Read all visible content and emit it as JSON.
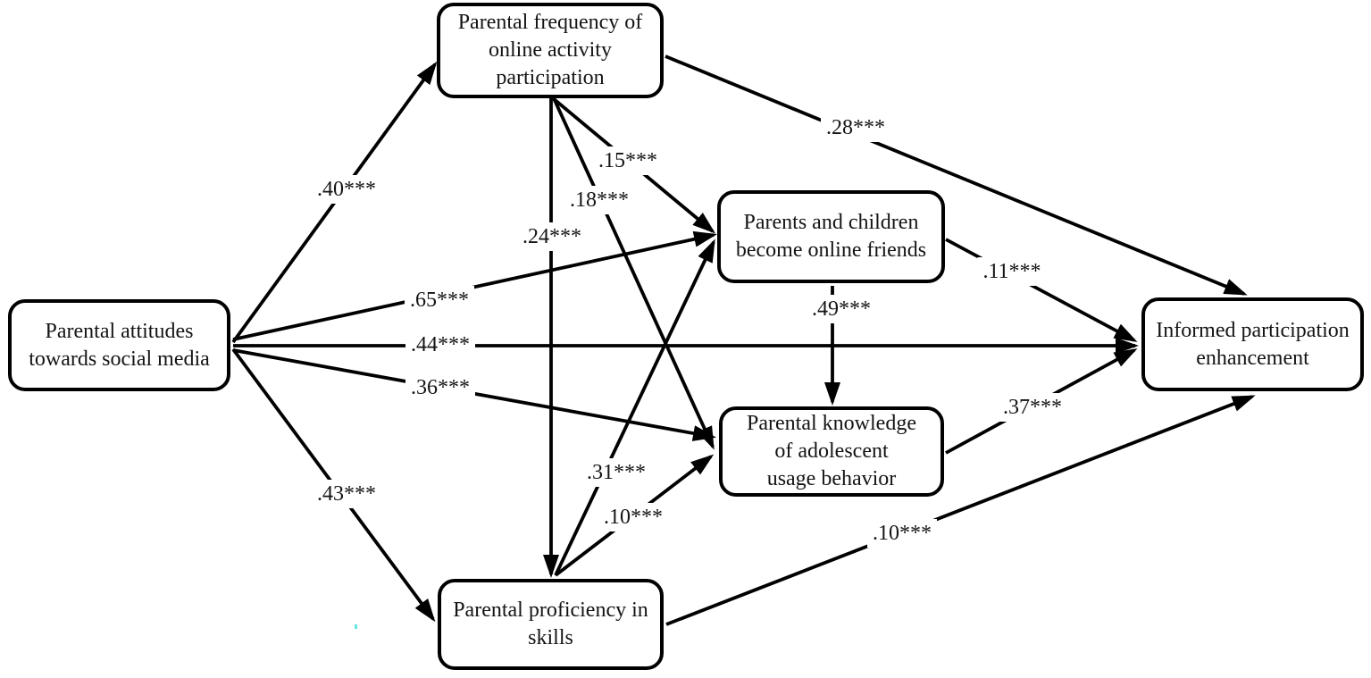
{
  "figure": {
    "background_color": "#ffffff",
    "stroke_color": "#000000",
    "text_color": "#141414",
    "nodes": [
      {
        "id": "attitudes",
        "label": "Parental attitudes\ntowards social media"
      },
      {
        "id": "frequency",
        "label": "Parental frequency of\nonline activity\nparticipation"
      },
      {
        "id": "friends",
        "label": "Parents and children\nbecome online friends"
      },
      {
        "id": "knowledge",
        "label": "Parental knowledge\nof adolescent\nusage behavior"
      },
      {
        "id": "proficiency",
        "label": "Parental proficiency in\nskills"
      },
      {
        "id": "informed",
        "label": "Informed participation\nenhancement"
      }
    ],
    "edges": [
      {
        "from": "attitudes",
        "to": "frequency",
        "label": ".40***"
      },
      {
        "from": "attitudes",
        "to": "friends",
        "label": ".65***"
      },
      {
        "from": "attitudes",
        "to": "informed",
        "label": ".44***"
      },
      {
        "from": "attitudes",
        "to": "knowledge",
        "label": ".36***"
      },
      {
        "from": "attitudes",
        "to": "proficiency",
        "label": ".43***"
      },
      {
        "from": "frequency",
        "to": "friends",
        "label": ".15***"
      },
      {
        "from": "frequency",
        "to": "knowledge",
        "label": ".18***"
      },
      {
        "from": "frequency",
        "to": "proficiency",
        "label": ".24***"
      },
      {
        "from": "frequency",
        "to": "informed",
        "label": ".28***"
      },
      {
        "from": "friends",
        "to": "knowledge",
        "label": ".49***"
      },
      {
        "from": "friends",
        "to": "informed",
        "label": ".11***"
      },
      {
        "from": "knowledge",
        "to": "informed",
        "label": ".37***"
      },
      {
        "from": "proficiency",
        "to": "friends",
        "label": ".31***"
      },
      {
        "from": "proficiency",
        "to": "knowledge",
        "label": ".10***"
      },
      {
        "from": "proficiency",
        "to": "informed",
        "label": ".10***"
      }
    ]
  }
}
